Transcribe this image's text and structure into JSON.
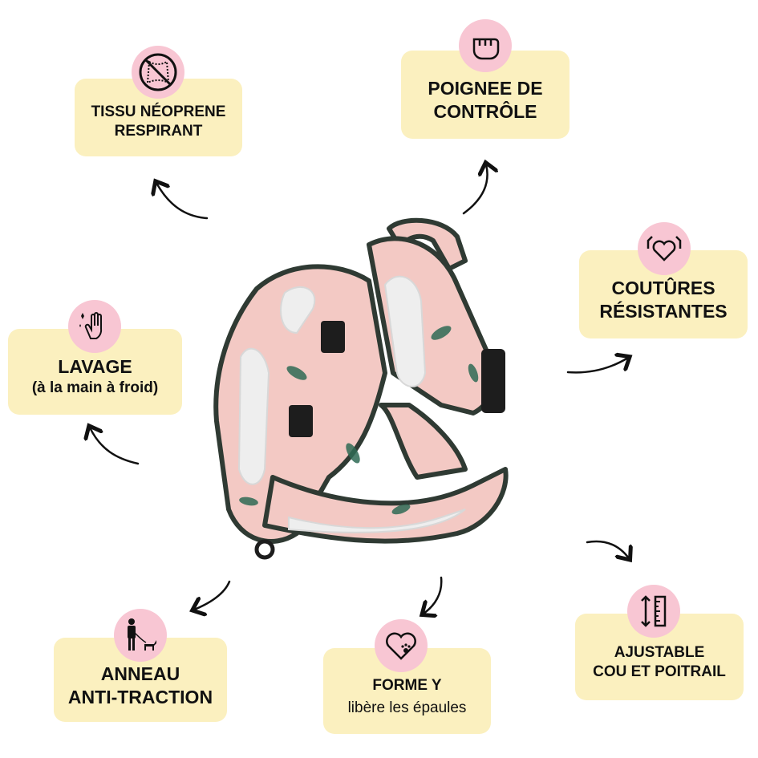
{
  "features": [
    {
      "id": "tissu",
      "lines": [
        "TISSU NÉOPRENE",
        "RESPIRANT"
      ],
      "icon": "no-leather-icon"
    },
    {
      "id": "poignee",
      "lines": [
        "POIGNEE DE",
        "CONTRÔLE"
      ],
      "icon": "fist-icon"
    },
    {
      "id": "coutures",
      "lines": [
        "COUTÛRES",
        "RÉSISTANTES"
      ],
      "icon": "strong-heart-icon"
    },
    {
      "id": "lavage",
      "lines": [
        "LAVAGE",
        "(à la main à froid)"
      ],
      "icon": "hand-wash-icon"
    },
    {
      "id": "anneau",
      "lines": [
        "ANNEAU",
        "ANTI-TRACTION"
      ],
      "icon": "person-walking-dog-icon"
    },
    {
      "id": "forme",
      "lines": [
        "FORME Y",
        "libère les épaules"
      ],
      "icon": "heart-paw-icon"
    },
    {
      "id": "ajustable",
      "lines": [
        "AJUSTABLE",
        "COU ET POITRAIL"
      ],
      "icon": "ruler-adjust-icon"
    }
  ],
  "colors": {
    "box": "#fbf0bf",
    "circle": "#f8c6d3",
    "harness_pink": "#f3c9c4",
    "leaf_green": "#2f6b55"
  }
}
